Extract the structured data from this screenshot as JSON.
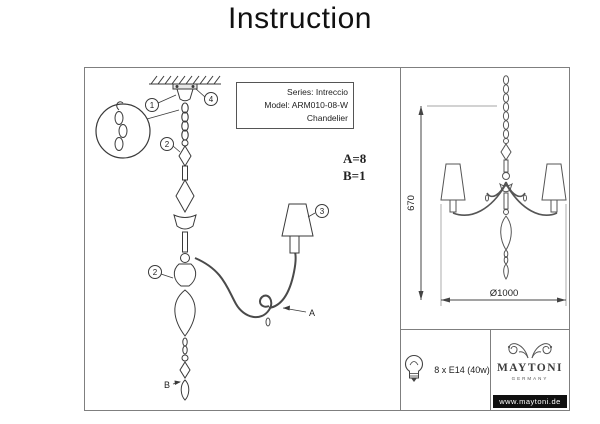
{
  "title": "Instruction",
  "info_box": {
    "series": "Series: Intreccio",
    "model": "Model: ARM010-08-W",
    "type": "Chandelier"
  },
  "quantities": {
    "a": "A=8",
    "b": "B=1"
  },
  "callouts": {
    "canopy": "1",
    "stem_upper": "2",
    "stem_lower": "2",
    "shade": "3",
    "bracket": "4",
    "part_a": "A",
    "part_b": "B"
  },
  "dimensions": {
    "height_mm": "670",
    "diameter_mm": "Ø1000"
  },
  "bulb_info": {
    "label": "8 x E14 (40w)"
  },
  "brand": {
    "name": "MAYTONI",
    "tagline": "GERMANY",
    "website": "www.maytoni.de"
  }
}
